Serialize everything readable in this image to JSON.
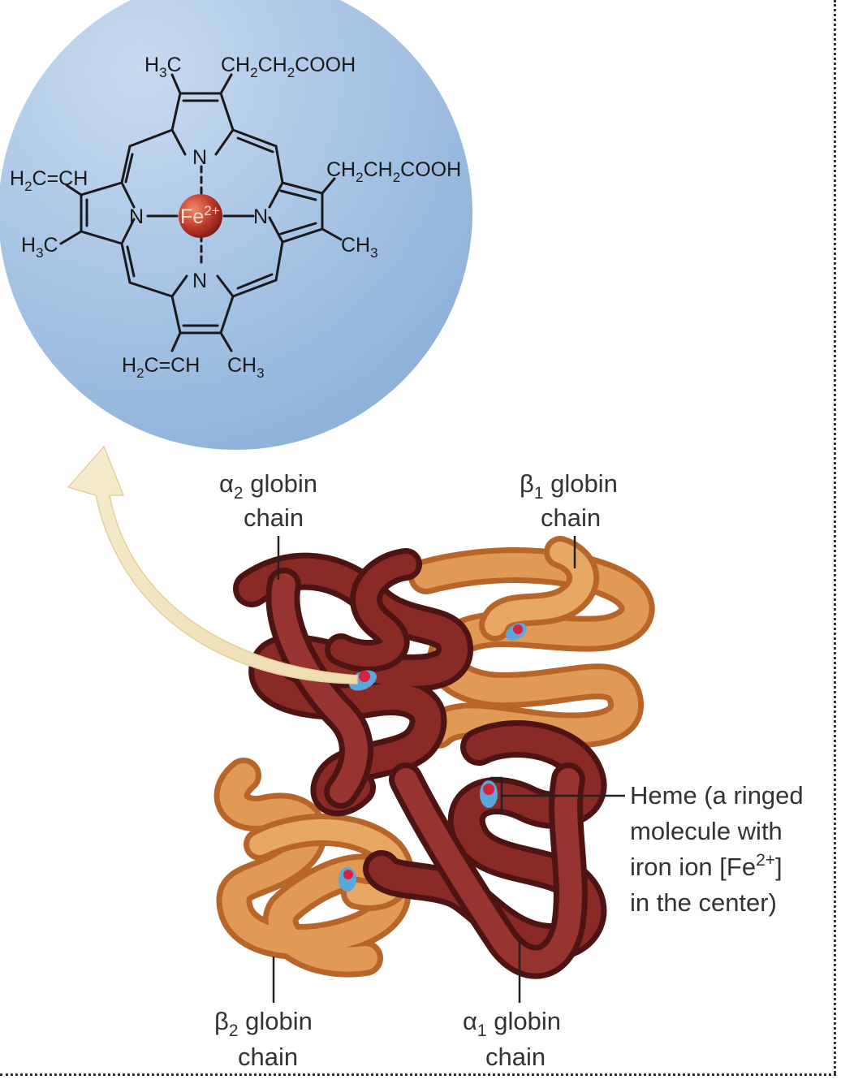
{
  "heme_structure": {
    "center_ion": "Fe",
    "center_charge": "2+",
    "nitrogen": "N",
    "substituents": {
      "top_left_ch3": {
        "a": "H",
        "b": "3",
        "c": "C"
      },
      "top_right_propionate": {
        "parts": [
          "CH",
          "2",
          "CH",
          "2",
          "COOH"
        ]
      },
      "right_propionate": {
        "parts": [
          "CH",
          "2",
          "CH",
          "2",
          "COOH"
        ]
      },
      "right_ch3": {
        "a": "CH",
        "b": "3"
      },
      "left_vinyl": {
        "a": "H",
        "b": "2",
        "c": "C=CH"
      },
      "left_ch3": {
        "a": "H",
        "b": "3",
        "c": "C"
      },
      "bottom_vinyl": {
        "a": "H",
        "b": "2",
        "c": "C=CH"
      },
      "bottom_ch3": {
        "a": "CH",
        "b": "3"
      }
    }
  },
  "labels": {
    "alpha2": {
      "greek": "α",
      "sub": "2",
      "line1": " globin",
      "line2": "chain"
    },
    "beta1": {
      "greek": "β",
      "sub": "1",
      "line1": " globin",
      "line2": "chain"
    },
    "beta2": {
      "greek": "β",
      "sub": "2",
      "line1": " globin",
      "line2": "chain"
    },
    "alpha1": {
      "greek": "α",
      "sub": "1",
      "line1": " globin",
      "line2": "chain"
    },
    "heme": {
      "line1": "Heme (a ringed",
      "line2": "molecule with",
      "line3a": "iron ion [Fe",
      "line3sup": "2+",
      "line3b": "]",
      "line4": "in the center)"
    }
  },
  "colors": {
    "circle": "#a9c6e6",
    "alpha_chain": "#7a2320",
    "beta_chain": "#d5843e",
    "iron": "#c0392b",
    "arrow": "#f3e6c4"
  }
}
